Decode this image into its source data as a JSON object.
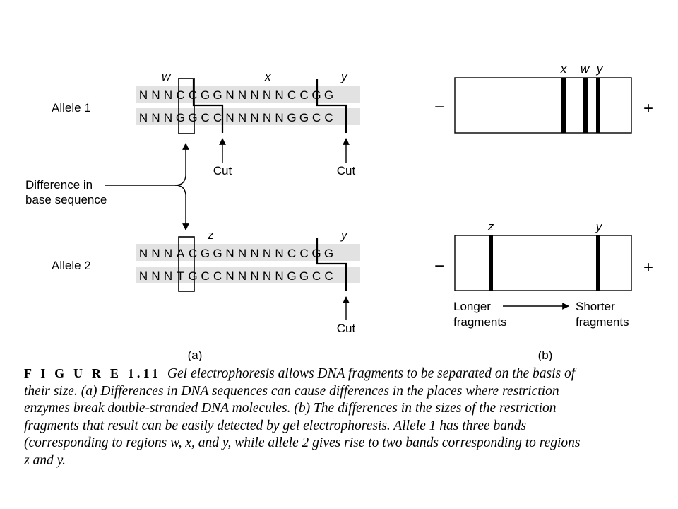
{
  "panel_a": {
    "allele1": {
      "label": "Allele 1",
      "top_bases": [
        "N",
        "N",
        "N",
        "C",
        "C",
        "G",
        "G",
        "N",
        "N",
        "N",
        "N",
        "N",
        "C",
        "C",
        "G",
        "G"
      ],
      "bottom_bases": [
        "N",
        "N",
        "N",
        "G",
        "G",
        "C",
        "C",
        "N",
        "N",
        "N",
        "N",
        "N",
        "G",
        "G",
        "C",
        "C"
      ],
      "region_labels": [
        "w",
        "x",
        "y"
      ],
      "cut_labels": [
        "Cut",
        "Cut"
      ]
    },
    "allele2": {
      "label": "Allele 2",
      "top_bases": [
        "N",
        "N",
        "N",
        "A",
        "C",
        "G",
        "G",
        "N",
        "N",
        "N",
        "N",
        "N",
        "C",
        "C",
        "G",
        "G"
      ],
      "bottom_bases": [
        "N",
        "N",
        "N",
        "T",
        "G",
        "C",
        "C",
        "N",
        "N",
        "N",
        "N",
        "N",
        "G",
        "G",
        "C",
        "C"
      ],
      "region_labels": [
        "z",
        "y"
      ],
      "cut_labels": [
        "Cut"
      ]
    },
    "difference_label_line1": "Difference in",
    "difference_label_line2": "base sequence",
    "panel_label": "(a)"
  },
  "panel_b": {
    "gel1": {
      "band_labels": [
        "x",
        "w",
        "y"
      ],
      "minus": "−",
      "plus": "+"
    },
    "gel2": {
      "band_labels": [
        "z",
        "y"
      ],
      "minus": "−",
      "plus": "+"
    },
    "longer_line1": "Longer",
    "longer_line2": "fragments",
    "shorter_line1": "Shorter",
    "shorter_line2": "fragments",
    "panel_label": "(b)"
  },
  "caption": {
    "figure_label": "F I G U R E  1.11",
    "text": "Gel electrophoresis allows DNA fragments to be separated on the basis of their size. (a) Differences in DNA sequences can cause differences in the places where restriction enzymes break double-stranded DNA molecules. (b) The differences in the sizes of the restriction fragments that result can be easily detected by gel electrophoresis. Allele 1 has three bands (corresponding to regions w, x, and y, while allele 2 gives rise to two bands corresponding to regions z and y."
  }
}
